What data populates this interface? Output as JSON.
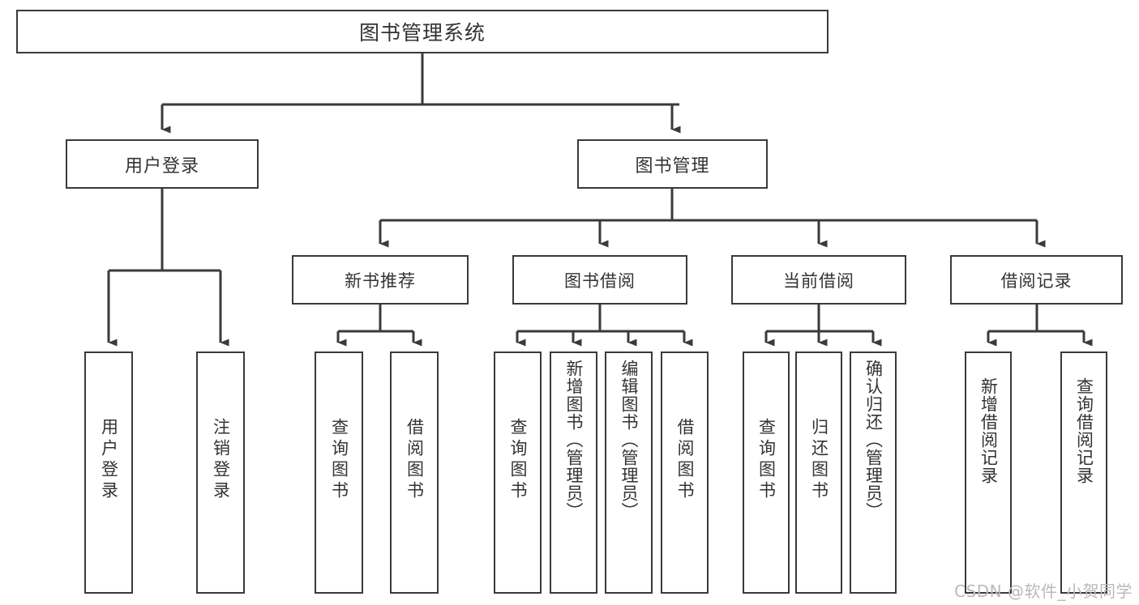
{
  "diagram": {
    "title": "图书管理系统",
    "root": {
      "label": "图书管理系统"
    },
    "level1": [
      {
        "label": "用户登录"
      },
      {
        "label": "图书管理"
      }
    ],
    "level2": [
      {
        "label": "新书推荐"
      },
      {
        "label": "图书借阅"
      },
      {
        "label": "当前借阅"
      },
      {
        "label": "借阅记录"
      }
    ],
    "leaves": {
      "user_login": [
        {
          "label": "用户登录"
        },
        {
          "label": "注销登录"
        }
      ],
      "new_book_recommend": [
        {
          "label": "查询图书"
        },
        {
          "label": "借阅图书"
        }
      ],
      "book_borrow": [
        {
          "label": "查询图书"
        },
        {
          "label": "新增图书（管理员）"
        },
        {
          "label": "编辑图书（管理员）"
        },
        {
          "label": "借阅图书"
        }
      ],
      "current_borrow": [
        {
          "label": "查询图书"
        },
        {
          "label": "归还图书"
        },
        {
          "label": "确认归还（管理员）"
        }
      ],
      "borrow_record": [
        {
          "label": "新增借阅记录"
        },
        {
          "label": "查询借阅记录"
        }
      ]
    }
  },
  "watermark": {
    "text": "CSDN @软件_小贺同学"
  },
  "colors": {
    "border": "#3a3a3a",
    "text": "#333333",
    "background": "#ffffff",
    "watermark": "#b9b9b9"
  }
}
